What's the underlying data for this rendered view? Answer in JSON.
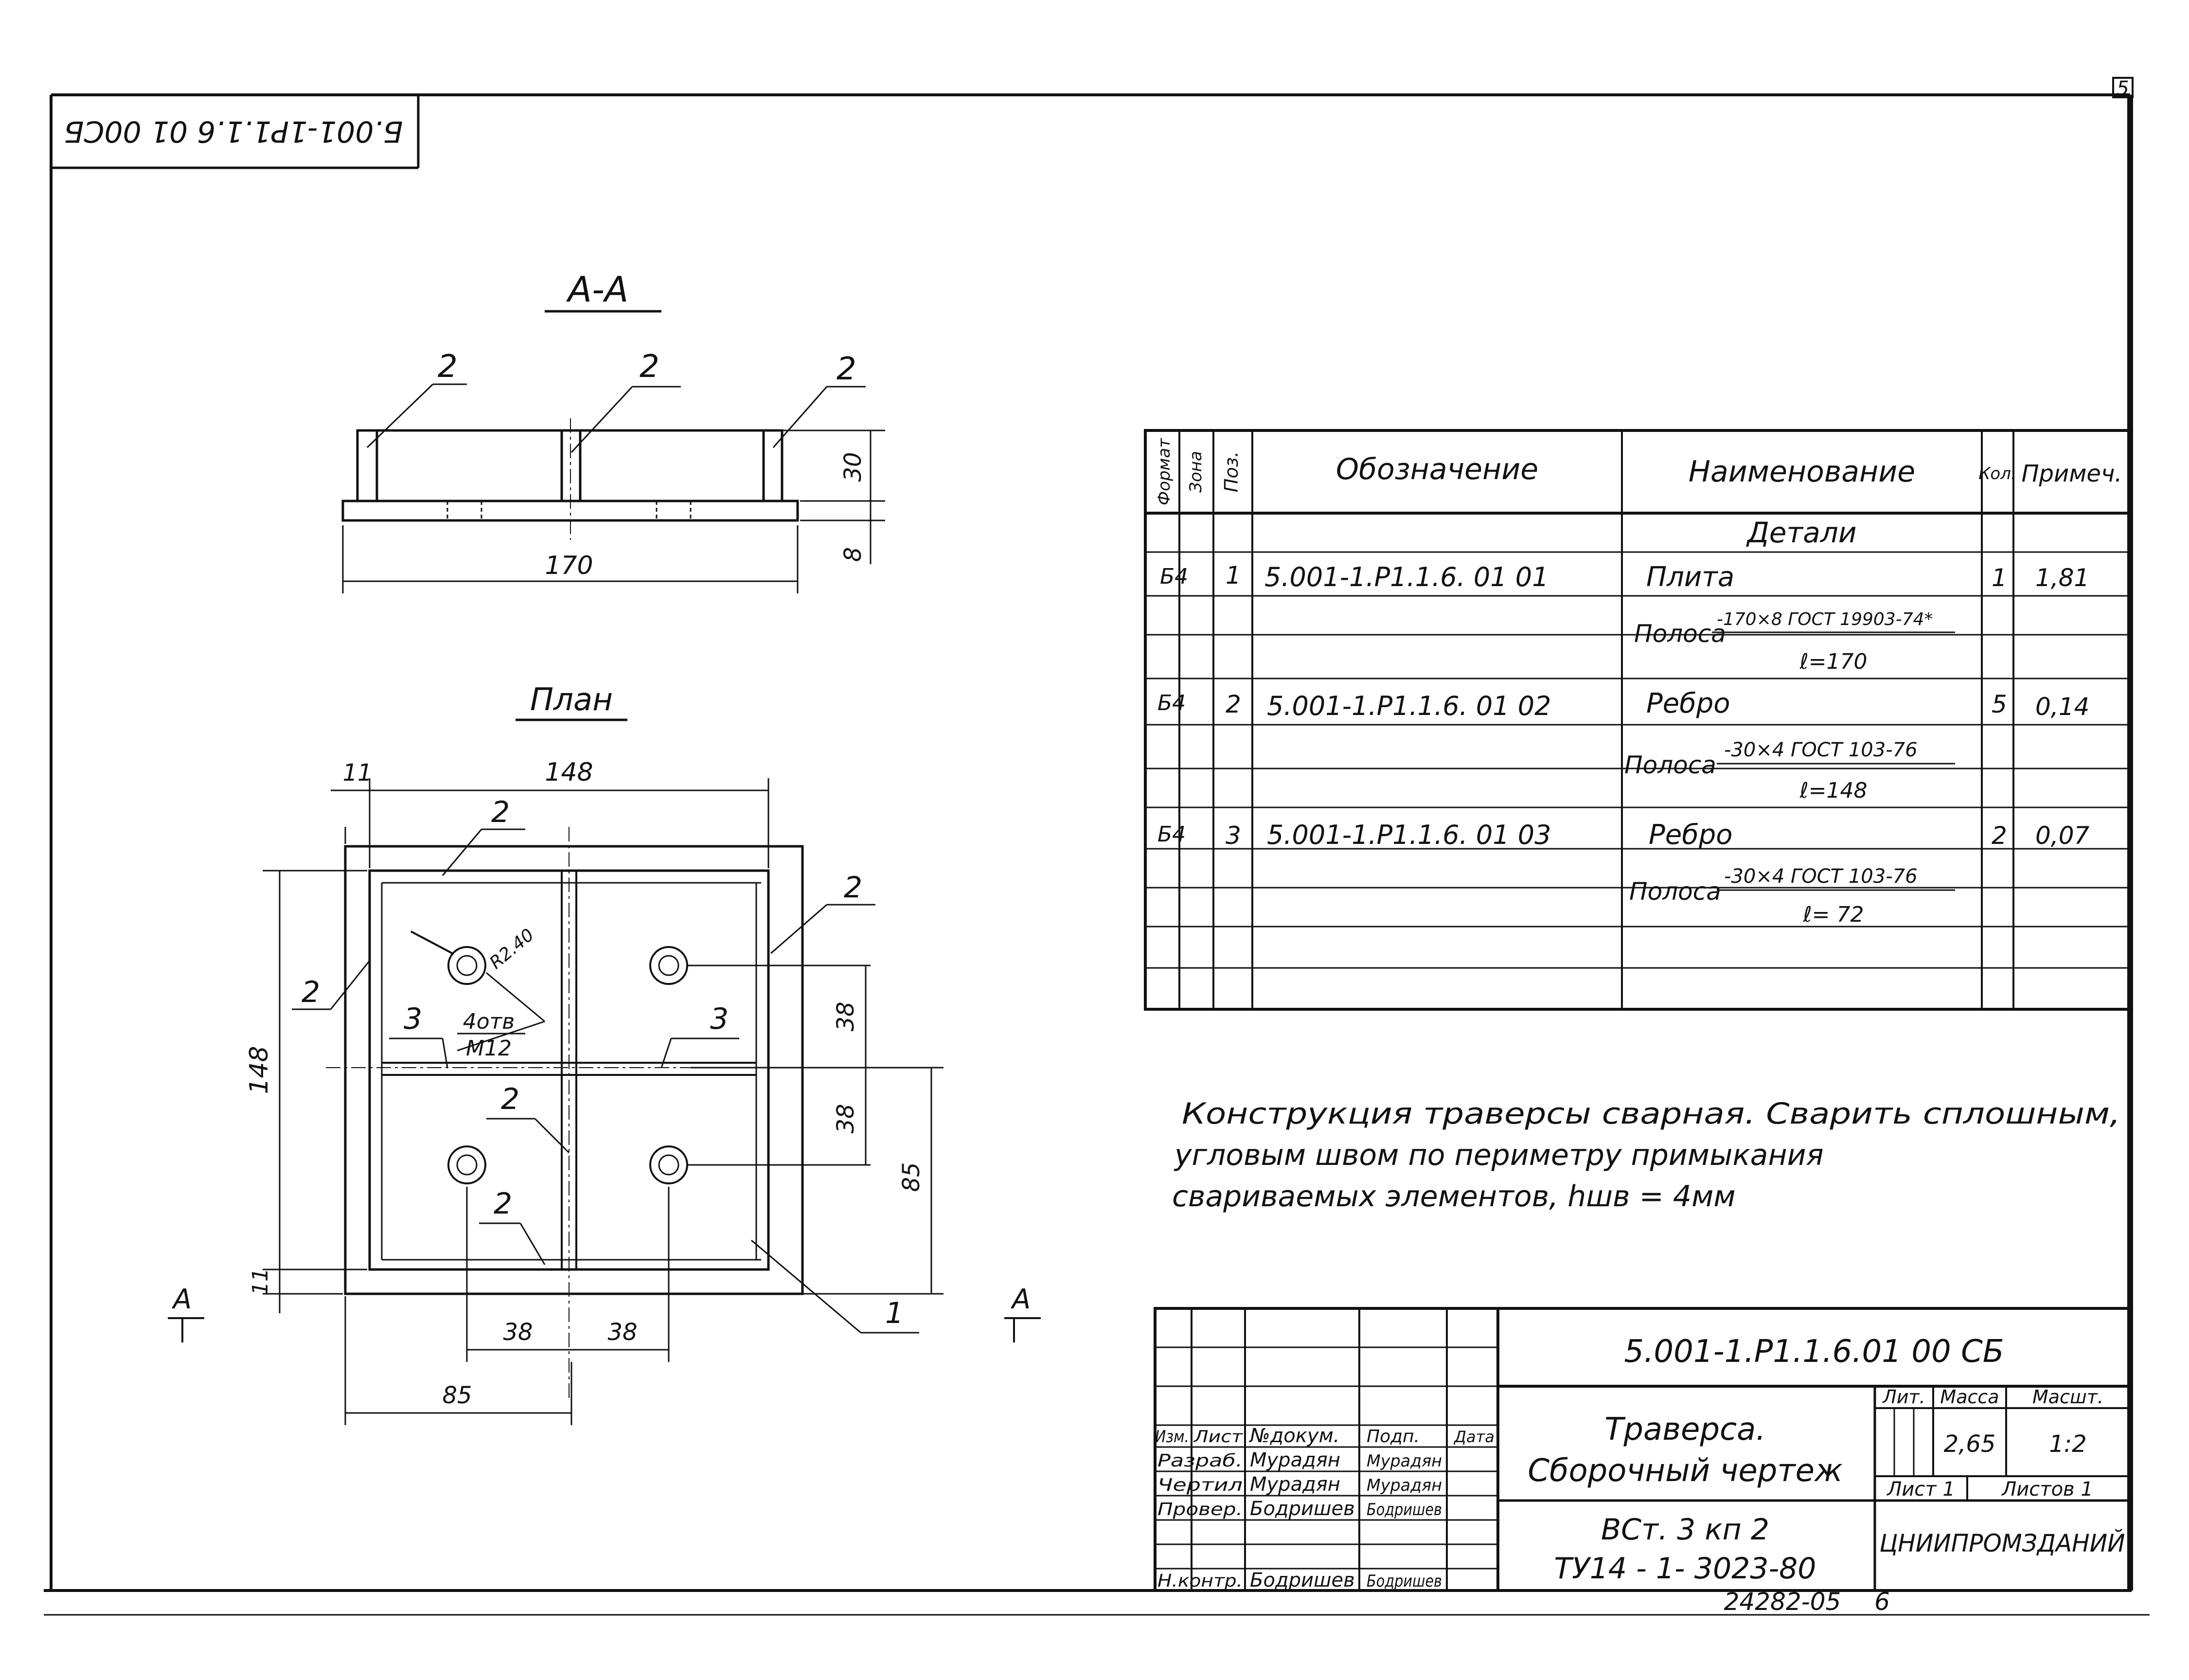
{
  "stamp_top": "Б.001-1Р1.1.6 01 00СБ",
  "sheet_number": "5",
  "section_aa": {
    "title": "А-А",
    "labels": [
      "2",
      "2",
      "2"
    ],
    "dims": {
      "height_rib": "30",
      "plate": "8",
      "width": "170"
    }
  },
  "plan": {
    "title": "План",
    "dims": {
      "top": "148",
      "left_margin": "11",
      "height": "148",
      "bottom_margin": "11",
      "right_upper": "38",
      "right_lower": "38",
      "right_total": "85",
      "bottom_left": "38",
      "bottom_right": "38",
      "bottom_total": "85"
    },
    "labels": {
      "rib_top": "2",
      "rib_right": "2",
      "rib_left": "2",
      "rib3_left": "3",
      "rib3_right": "3",
      "mid_rib": "2",
      "bottom_rib": "2",
      "plate": "1"
    },
    "hole_label": {
      "size": "R2.40",
      "count": "4отв",
      "thread": "М12"
    },
    "section_mark": "А"
  },
  "spec_table": {
    "headers": {
      "format": "Формат",
      "zone": "Зона",
      "pos": "Поз.",
      "designation": "Обозначение",
      "name": "Наименование",
      "qty": "Кол.",
      "note": "Примеч."
    },
    "section_title": "Детали",
    "rows": [
      {
        "format": "Б4",
        "pos": "1",
        "designation": "5.001-1.Р1.1.6. 01 01",
        "name": "Плита",
        "qty": "1",
        "note": "1,81",
        "stock_prefix": "Полоса",
        "stock_top": "-170×8 ГОСТ 19903-74*",
        "stock_bottom": "ℓ=170"
      },
      {
        "format": "Б4",
        "pos": "2",
        "designation": "5.001-1.Р1.1.6. 01 02",
        "name": "Ребро",
        "qty": "5",
        "note": "0,14",
        "stock_prefix": "Полоса",
        "stock_top": "-30×4 ГОСТ 103-76",
        "stock_bottom": "ℓ=148"
      },
      {
        "format": "Б4",
        "pos": "3",
        "designation": "5.001-1.Р1.1.6. 01 03",
        "name": "Ребро",
        "qty": "2",
        "note": "0,07",
        "stock_prefix": "Полоса",
        "stock_top": "-30×4 ГОСТ 103-76",
        "stock_bottom": "ℓ= 72"
      }
    ]
  },
  "notes": [
    "Конструкция траверсы сварная. Сварить сплошным,",
    "угловым швом по периметру примыкания",
    "свариваемых элементов, hшв = 4мм"
  ],
  "title_block": {
    "designation": "5.001-1.Р1.1.6.01 00 СБ",
    "title_line1": "Траверса.",
    "title_line2": "Сборочный чертеж",
    "material_line1": "ВСт. 3 кп 2",
    "material_line2": "ТУ14 - 1- 3023-80",
    "organization": "ЦНИИПРОМЗДАНИЙ",
    "col_headers": [
      "Изм.",
      "Лист",
      "№докум.",
      "Подп.",
      "Дата"
    ],
    "roles": [
      {
        "role": "Разраб.",
        "name": "Мурадян",
        "sign": "Мурадян"
      },
      {
        "role": "Чертил",
        "name": "Мурадян",
        "sign": "Мурадян"
      },
      {
        "role": "Провер.",
        "name": "Бодришев",
        "sign": "Бодришев"
      },
      {
        "role": "Н.контр.",
        "name": "Бодришев",
        "sign": "Бодришев"
      }
    ],
    "lit_label": "Лит.",
    "mass_label": "Масса",
    "scale_label": "Масшт.",
    "mass": "2,65",
    "scale": "1:2",
    "sheet_label": "Лист 1",
    "sheets_label": "Листов 1"
  },
  "bottom_code": "24282-05",
  "bottom_page": "6"
}
